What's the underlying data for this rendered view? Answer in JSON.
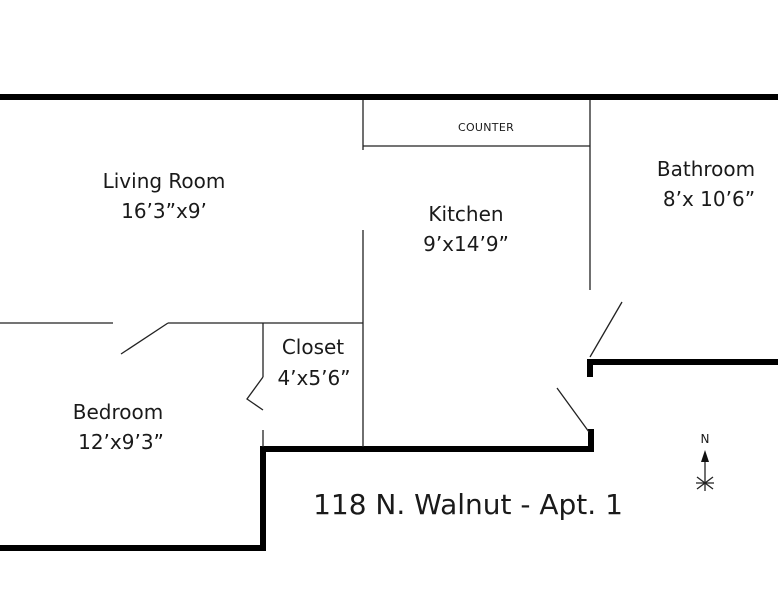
{
  "rooms": {
    "living_room": {
      "name": "Living Room",
      "dims": "16’3”x9’"
    },
    "kitchen": {
      "name": "Kitchen",
      "dims": "9’x14’9”"
    },
    "bathroom": {
      "name": "Bathroom",
      "dims": "8’x 10’6”"
    },
    "closet": {
      "name": "Closet",
      "dims": "4’x5’6”"
    },
    "bedroom": {
      "name": "Bedroom",
      "dims": "12’x9’3”"
    }
  },
  "counter_label": "COUNTER",
  "title": "118 N. Walnut - Apt. 1",
  "compass_label": "N"
}
